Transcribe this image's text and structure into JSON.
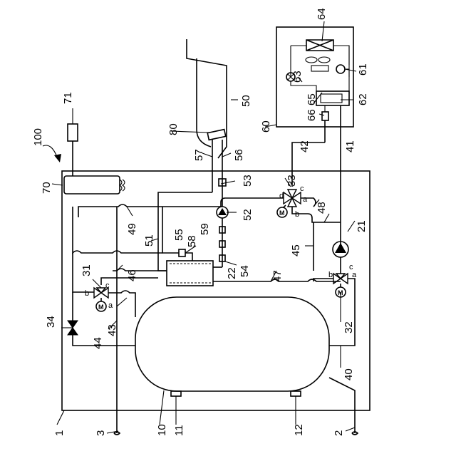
{
  "labels": {
    "n100": "100",
    "n1": "1",
    "n2": "2",
    "n3": "3",
    "n10": "10",
    "n11": "11",
    "n12": "12",
    "n21": "21",
    "n22": "22",
    "n31": "31",
    "n32": "32",
    "n33": "33",
    "n34": "34",
    "n40": "40",
    "n41": "41",
    "n42": "42",
    "n43": "43",
    "n44": "44",
    "n45": "45",
    "n46": "46",
    "n47": "47",
    "n48": "48",
    "n49": "49",
    "n50": "50",
    "n51": "51",
    "n52": "52",
    "n53": "53",
    "n54": "54",
    "n55": "55",
    "n56": "56",
    "n57": "57",
    "n58": "58",
    "n59": "59",
    "n60": "60",
    "n61": "61",
    "n62": "62",
    "n63": "63",
    "n64": "64",
    "n65": "65",
    "n66": "66",
    "n70": "70",
    "n71": "71",
    "n80": "80"
  },
  "ports": {
    "v31": {
      "a": "a",
      "b": "b",
      "c": "c"
    },
    "v32": {
      "a": "a",
      "b": "b",
      "c": "c"
    },
    "v33": {
      "a": "a",
      "b": "b",
      "c": "c",
      "d": "d"
    }
  },
  "motor_letter": "M"
}
